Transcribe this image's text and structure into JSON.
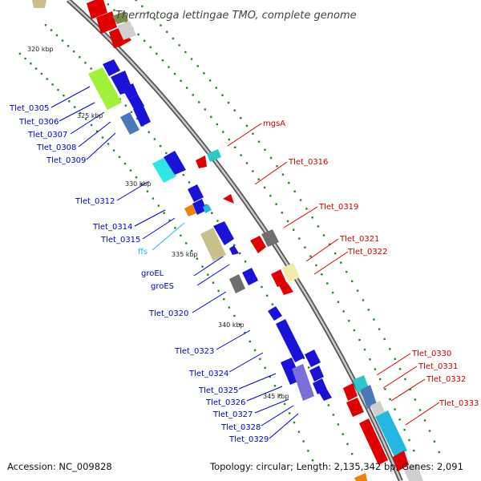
{
  "title": "Thermotoga lettingae TMO, complete genome",
  "footer": {
    "accession": "Accession: NC_009828",
    "summary": "Topology: circular; Length: 2,135,342 bp; Genes: 2,091"
  },
  "scale_labels": [
    "320 kbp",
    "325 kbp",
    "330 kbp",
    "335 kbp",
    "340 kbp",
    "345 kbp"
  ],
  "gene_labels_left": [
    "Tlet_0305",
    "Tlet_0306",
    "Tlet_0307",
    "Tlet_0308",
    "Tlet_0309",
    "Tlet_0312",
    "Tlet_0314",
    "Tlet_0315",
    "ffs",
    "groEL",
    "groES",
    "Tlet_0320",
    "Tlet_0323",
    "Tlet_0324",
    "Tlet_0325",
    "Tlet_0326",
    "Tlet_0327",
    "Tlet_0328",
    "Tlet_0329"
  ],
  "gene_labels_right": [
    "mgsA",
    "Tlet_0316",
    "Tlet_0319",
    "Tlet_0321",
    "Tlet_0322",
    "Tlet_0330",
    "Tlet_0331",
    "Tlet_0332",
    "Tlet_0333"
  ],
  "colors": {
    "backbone": "#8a8a8a",
    "reverse_strand": "#e00000",
    "forward_strand": "#1a12d6",
    "tick": "#1f8a1f",
    "label_blue": "#0000cc",
    "label_red": "#cc0000",
    "label_cyan": "#22b8e0"
  }
}
